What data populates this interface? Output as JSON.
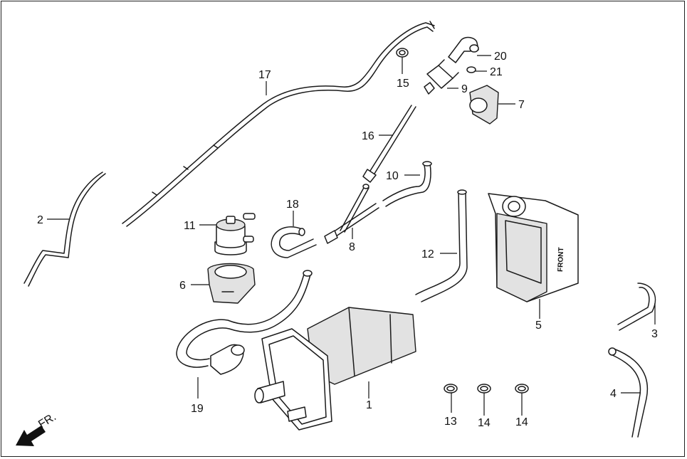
{
  "callouts": [
    {
      "id": "c1",
      "text": "1"
    },
    {
      "id": "c2",
      "text": "2"
    },
    {
      "id": "c3",
      "text": "3"
    },
    {
      "id": "c4",
      "text": "4"
    },
    {
      "id": "c5",
      "text": "5"
    },
    {
      "id": "c6",
      "text": "6"
    },
    {
      "id": "c7",
      "text": "7"
    },
    {
      "id": "c8",
      "text": "8"
    },
    {
      "id": "c9",
      "text": "9"
    },
    {
      "id": "c10",
      "text": "10"
    },
    {
      "id": "c11",
      "text": "11"
    },
    {
      "id": "c12",
      "text": "12"
    },
    {
      "id": "c13",
      "text": "13"
    },
    {
      "id": "c14a",
      "text": "14"
    },
    {
      "id": "c14b",
      "text": "14"
    },
    {
      "id": "c15",
      "text": "15"
    },
    {
      "id": "c16",
      "text": "16"
    },
    {
      "id": "c17",
      "text": "17"
    },
    {
      "id": "c18",
      "text": "18"
    },
    {
      "id": "c19",
      "text": "19"
    },
    {
      "id": "c20",
      "text": "20"
    },
    {
      "id": "c21",
      "text": "21"
    }
  ],
  "bracket_text": "FRONT",
  "direction_text": "FR."
}
